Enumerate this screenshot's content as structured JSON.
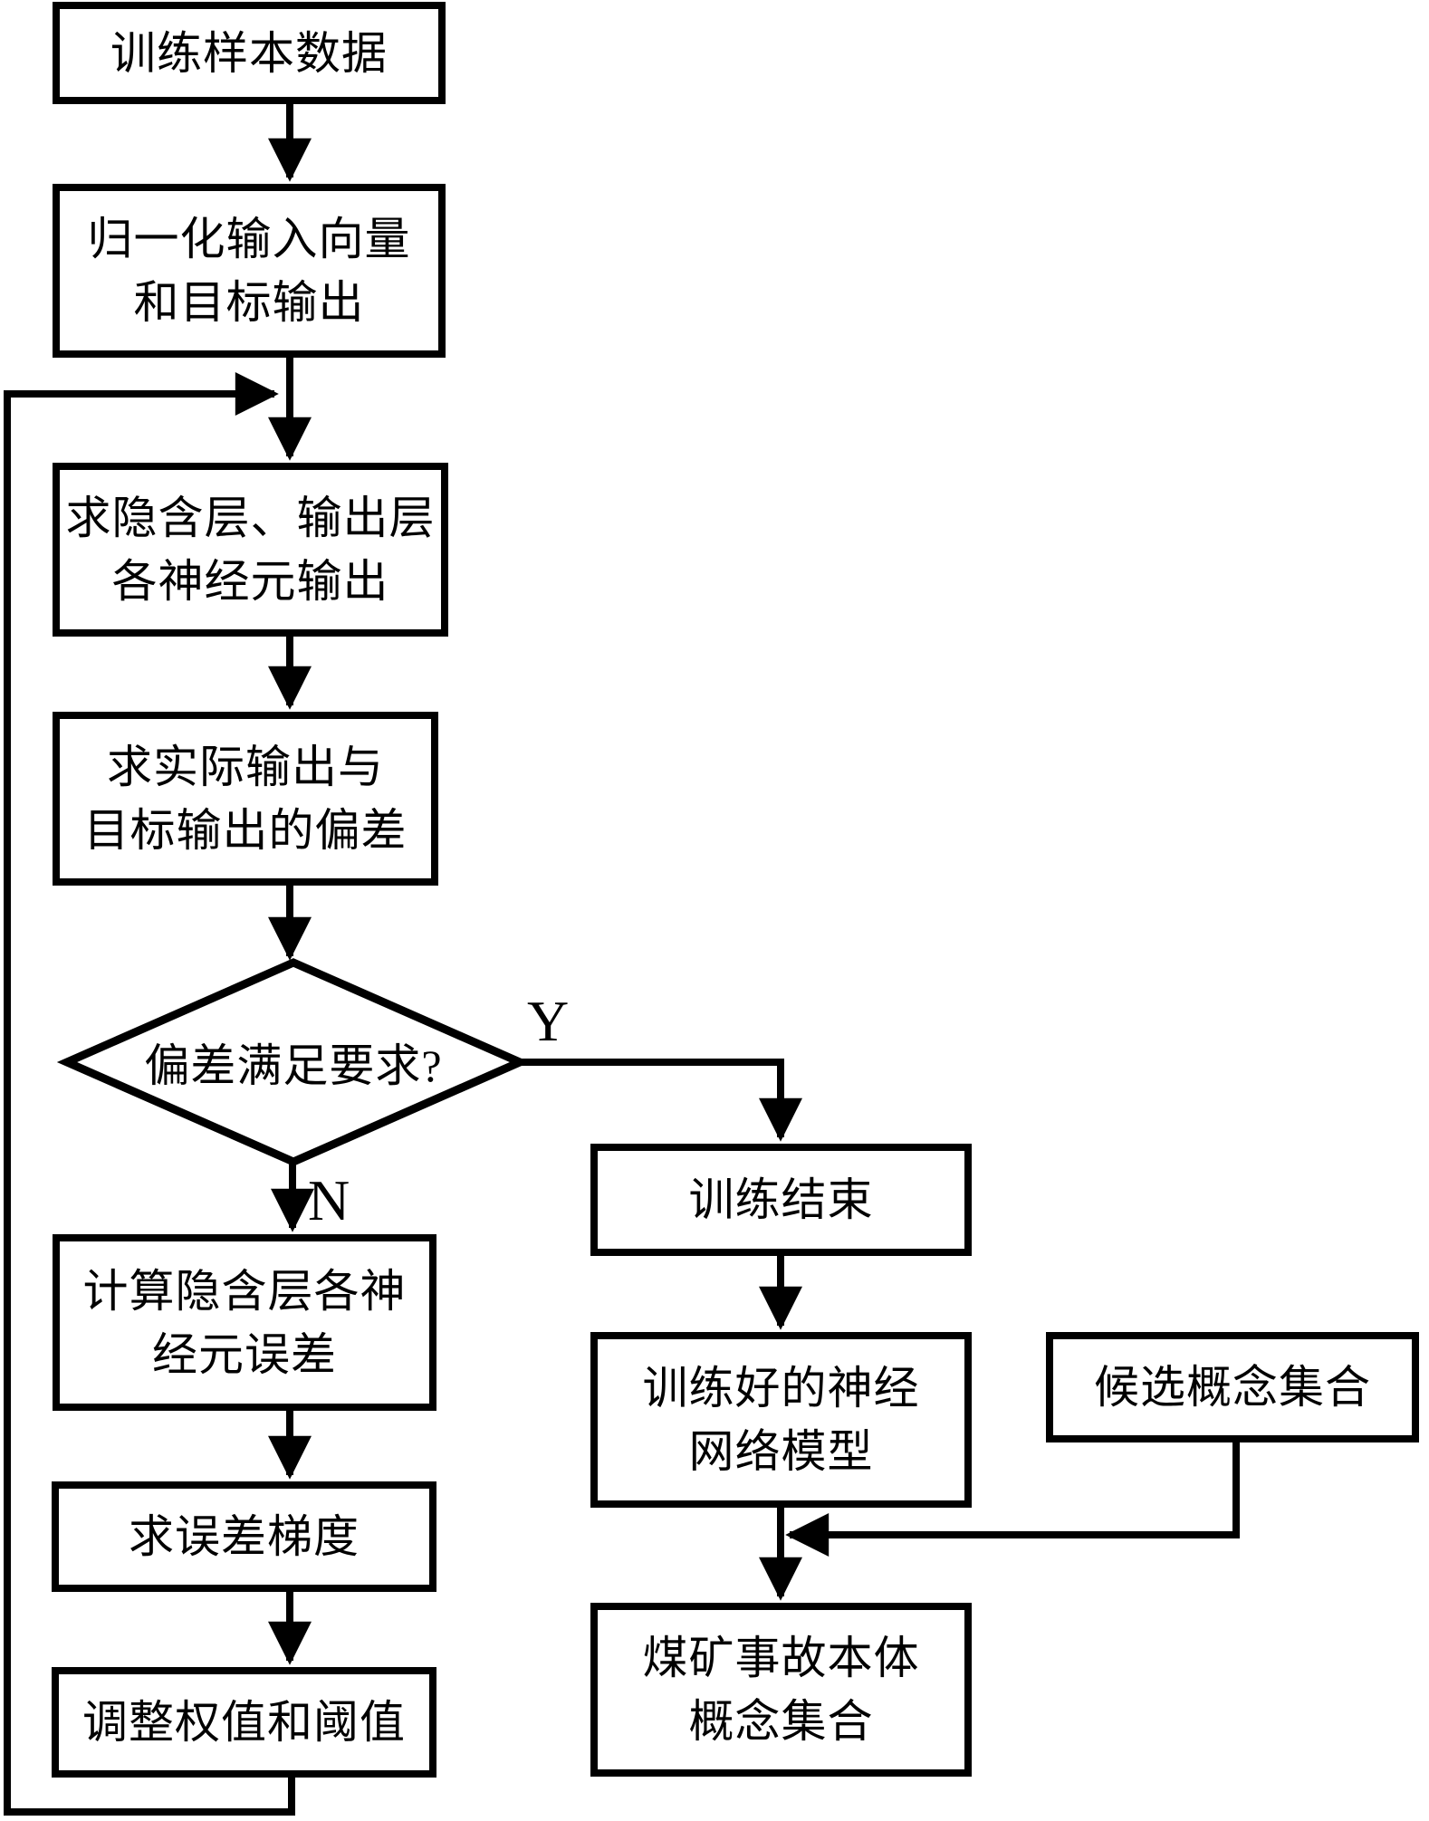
{
  "nodes": {
    "train_data": {
      "label": "训练样本数据"
    },
    "normalize": {
      "line1": "归一化输入向量",
      "line2": "和目标输出"
    },
    "forward": {
      "line1": "求隐含层、输出层",
      "line2": "各神经元输出"
    },
    "deviation": {
      "line1": "求实际输出与",
      "line2": "目标输出的偏差"
    },
    "decision": {
      "label": "偏差满足要求?"
    },
    "hidden_error": {
      "line1": "计算隐含层各神",
      "line2": "经元误差"
    },
    "gradient": {
      "label": "求误差梯度"
    },
    "adjust": {
      "label": "调整权值和阈值"
    },
    "train_end": {
      "label": "训练结束"
    },
    "trained_model": {
      "line1": "训练好的神经",
      "line2": "网络模型"
    },
    "candidate_set": {
      "label": "候选概念集合"
    },
    "ontology_set": {
      "line1": "煤矿事故本体",
      "line2": "概念集合"
    }
  },
  "branch_labels": {
    "yes": "Y",
    "no": "N"
  },
  "colors": {
    "line": "#000000",
    "background": "#ffffff",
    "box_fill": "#ffffff"
  }
}
